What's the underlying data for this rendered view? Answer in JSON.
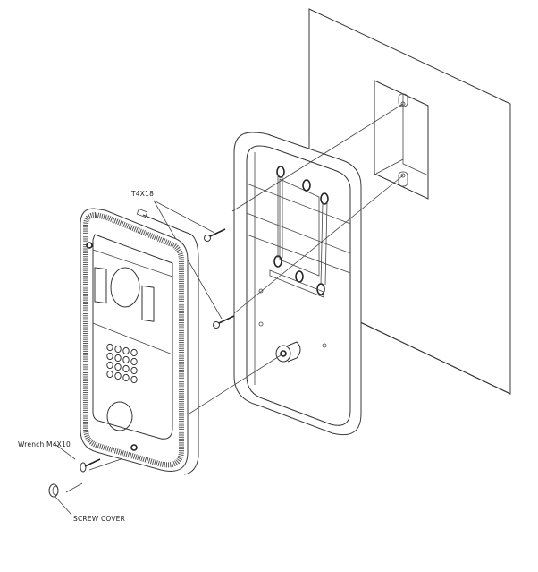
{
  "diagram": {
    "title": "Door phone wall-mount exploded assembly",
    "labels": {
      "screw_top": "T4X18",
      "wrench_screw": "Wrench M4X10",
      "screw_cover": "SCREW COVER"
    },
    "parts": [
      {
        "name": "wall",
        "description": "Mounting wall surface"
      },
      {
        "name": "junction-box",
        "description": "Recessed electrical back box with two screw tabs"
      },
      {
        "name": "back-plate",
        "description": "Mounting back frame with keyhole slots"
      },
      {
        "name": "mounting-screw-upper",
        "description": "T4X18 screw"
      },
      {
        "name": "mounting-screw-lower",
        "description": "T4X18 screw"
      },
      {
        "name": "front-panel",
        "description": "Door phone front unit with camera, keypad and call button"
      },
      {
        "name": "wrench-screw",
        "description": "Wrench M4X10 screw"
      },
      {
        "name": "screw-cover",
        "description": "Screw cover cap"
      }
    ],
    "keypad": {
      "rows": 4,
      "cols": 4
    },
    "colors": {
      "line": "#333333",
      "background": "#ffffff"
    }
  }
}
